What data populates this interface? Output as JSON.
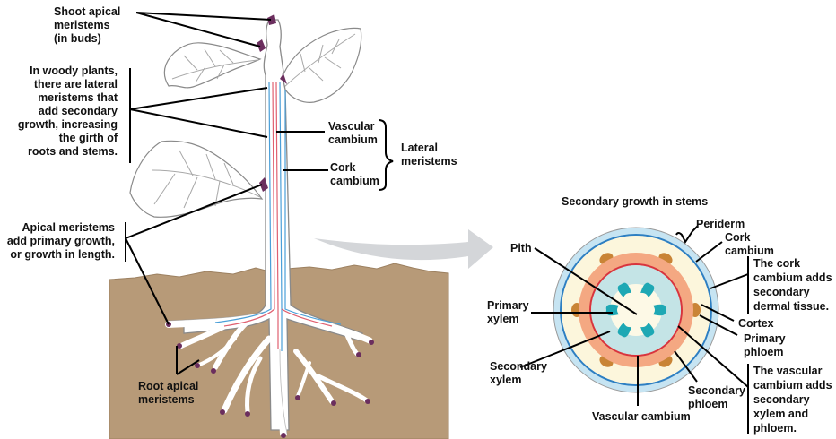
{
  "colors": {
    "soil": "#b79a78",
    "soil_line": "#9c8060",
    "root_tip": "#6b2e5e",
    "bud": "#6b2e5e",
    "vascular_line": "#e06070",
    "cork_line": "#4a9fd8",
    "arrow": "#d4d6d9",
    "periderm": "#c6e4f2",
    "periderm_ring": "#2e7fc2",
    "cortex": "#fcf6dc",
    "phloem": "#f4a882",
    "primary_phloem": "#c98436",
    "vascular_cambium": "#d8343e",
    "secondary_xylem": "#c4e4e6",
    "pith": "#fdf9e6",
    "primary_xylem": "#1ea8b4",
    "leader": "#000000"
  },
  "plant": {
    "labels": {
      "shoot_apical": "Shoot apical\nmeristems\n(in buds)",
      "lateral_note": "In woody plants,\nthere are lateral\nmeristems that\nadd secondary\ngrowth, increasing\nthe girth of\nroots and stems.",
      "vascular_cambium": "Vascular\ncambium",
      "cork_cambium": "Cork\ncambium",
      "lateral_meristems": "Lateral\nmeristems",
      "apical_note": "Apical meristems\nadd primary growth,\nor growth in length.",
      "root_apical": "Root apical\nmeristems"
    }
  },
  "cross_section": {
    "title": "Secondary growth in stems",
    "labels": {
      "periderm": "Periderm",
      "cork_cambium": "Cork\ncambium",
      "cork_note": "The cork\ncambium adds\nsecondary\ndermal tissue.",
      "pith": "Pith",
      "primary_xylem": "Primary\nxylem",
      "cortex": "Cortex",
      "primary_phloem": "Primary\nphloem",
      "secondary_xylem": "Secondary\nxylem",
      "secondary_phloem": "Secondary\nphloem",
      "vascular_note": "The vascular\ncambium adds\nsecondary\nxylem and\nphloem.",
      "vascular_cambium": "Vascular cambium"
    }
  }
}
